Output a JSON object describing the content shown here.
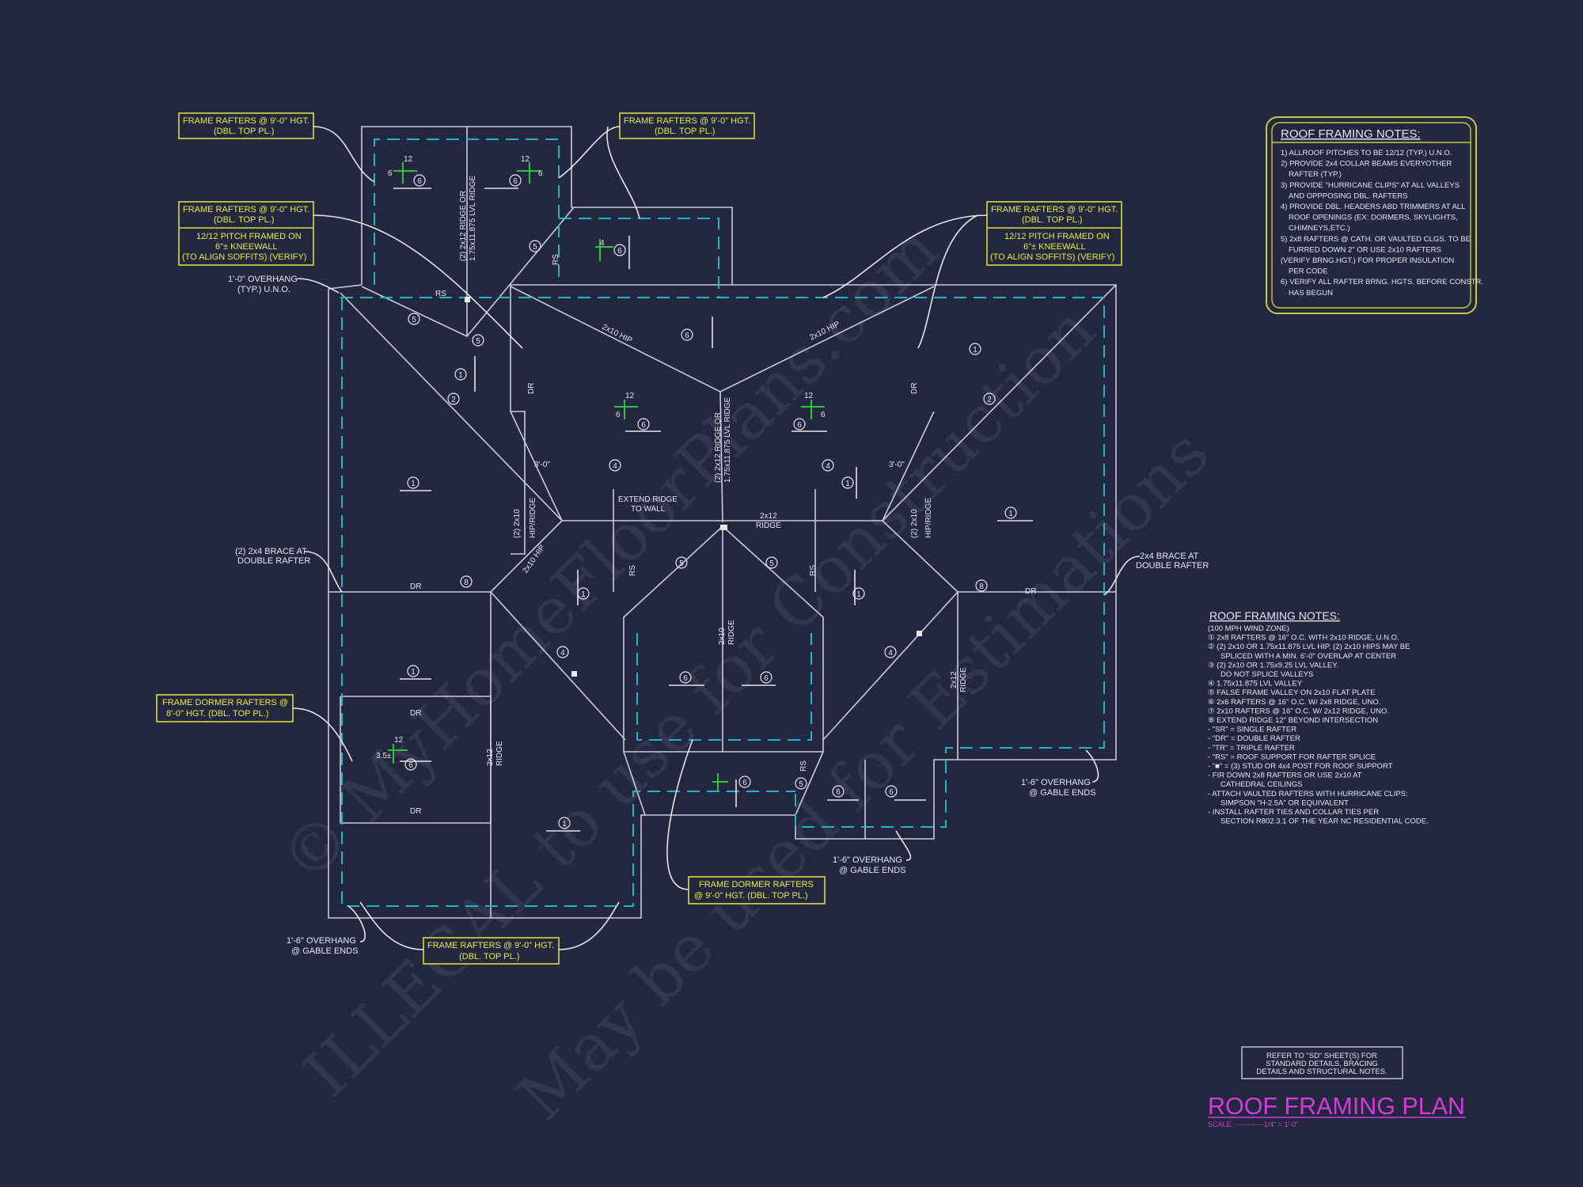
{
  "notes_top": {
    "title": "ROOF FRAMING NOTES:",
    "lines": [
      "1) ALLROOF PITCHES TO BE  12/12 (TYP.) U.N.O.",
      "2) PROVIDE 2x4 COLLAR BEAMS EVERYOTHER",
      "RAFTER (TYP.)",
      "3) PROVIDE \"HURRICANE CLIPS\" AT ALL VALLEYS",
      "AND OPPPOSING DBL. RAFTERS",
      "4) PROVIDE DBL. HEADERS ABD TRIMMERS AT ALL",
      "ROOF OPENINGS (EX: DORMERS, SKYLIGHTS,",
      "CHIMNEYS,ETC.)",
      "5) 2x8 RAFTERS @ CATH. OR VAULTED CLGS. TO BE",
      "FURRED DOWN 2\" OR USE 2x10 RAFTERS",
      "(VERIFY BRNG.HGT.) FOR PROPER INSULATION",
      "PER CODE",
      "6) VERIFY ALL RAFTER BRNG. HGTS. BEFORE CONSTR.",
      "HAS BEGUN"
    ]
  },
  "notes_bottom": {
    "title": "ROOF FRAMING NOTES:",
    "lines": [
      "(100 MPH WIND ZONE)",
      "① 2x8 RAFTERS @ 16\" O.C. WITH 2x10 RIDGE, U.N.O.",
      "② (2) 2x10 OR 1.75x11.875 LVL HIP. (2) 2x10 HIPS MAY BE",
      "SPLICED WITH A MIN. 6'-0\" OVERLAP AT CENTER",
      "③ (2) 2x10 OR 1.75x9.25 LVL VALLEY.",
      "DO NOT SPLICE VALLEYS",
      "④ 1.75x11.875 LVL VALLEY",
      "⑤ FALSE FRAME VALLEY ON 2x10 FLAT PLATE",
      "⑥ 2x6 RAFTERS @ 16\" O.C. W/ 2x8 RIDGE, UNO.",
      "⑦ 2x10 RAFTERS @ 16\" O.C. W/ 2x12 RIDGE, UNO.",
      "⑧ EXTEND RIDGE 12\" BEYOND INTERSECTION",
      "-  \"SR\" = SINGLE RAFTER",
      "-  \"DR\" = DOUBLE RAFTER",
      "-  \"TR\" = TRIPLE RAFTER",
      "-  \"RS\" = ROOF SUPPORT FOR RAFTER SPLICE",
      "-  \"■\"  = (3) STUD OR 4x4 POST FOR ROOF SUPPORT",
      "-  FIR DOWN 2x8 RAFTERS OR USE 2x10 AT",
      "CATHEDRAL CEILINGS",
      "-  ATTACH VAULTED RAFTERS WITH HURRICANE CLIPS:",
      "SIMPSON \"H-2.5A\" OR EQUIVALENT",
      "-  INSTALL RAFTER TIES AND COLLAR TIES PER",
      "SECTION R802.3.1 OF THE YEAR NC RESIDENTIAL CODE."
    ]
  },
  "refer_note": [
    "REFER TO \"SD\"  SHEET(S) FOR",
    "STANDARD DETAILS, BRACING",
    "DETAILS AND STRUCTURAL NOTES."
  ],
  "title_block": {
    "title": "ROOF FRAMING PLAN",
    "scale": "SCALE: ------------1/4\" = 1'-0\""
  },
  "callouts": {
    "frame_rafters_line1": "FRAME RAFTERS @ 9'-0\" HGT.",
    "dbl_top_pl": "(DBL. TOP PL.)",
    "kneewall_1": "12/12 PITCH FRAMED ON",
    "kneewall_2": "6\"± KNEEWALL",
    "kneewall_3": "(TO ALIGN SOFFITS) (VERIFY)",
    "dormer8_1": "FRAME DORMER RAFTERS @",
    "dormer8_2": "8'-0\" HGT. (DBL. TOP PL.)",
    "dormer9_1": "FRAME DORMER RAFTERS",
    "dormer9_2": "@ 9'-0\" HGT. (DBL. TOP PL.)"
  },
  "labels": {
    "overhang_typ_1": "1'-0\" OVERHANG",
    "overhang_typ_2": "(TYP.) U.N.O.",
    "brace_left_1": "(2) 2x4 BRACE AT",
    "brace_left_2": "DOUBLE RAFTER",
    "brace_right_1": "2x4 BRACE AT",
    "brace_right_2": "DOUBLE RAFTER",
    "gable_1": "1'-6\" OVERHANG",
    "gable_2": "@ GABLE ENDS",
    "extend_1": "EXTEND RIDGE",
    "extend_2": "TO WALL",
    "ridge_2x12": "2x12",
    "ridge": "RIDGE",
    "lvl_ridge_1": "(2) 2x12 RIDGE OR",
    "lvl_ridge_2": "1.75x11.875 LVL RIDGE",
    "hip_2x10": "2x10 HIP",
    "dr": "DR",
    "rs": "RS",
    "dim_3ft": "3'-0\"",
    "hip_ridge_1": "(2) 2x10",
    "hip_ridge_2": "HIP/RIDGE",
    "ridge_2x10": "2x10",
    "ridge_2x12b": "2x12",
    "pitch_12": "12",
    "pitch_6": "6",
    "pitch_4": "4",
    "pitch_35": "3.5±",
    "dim_6in": "6\""
  },
  "markers": [
    "1",
    "2",
    "3",
    "4",
    "5",
    "6",
    "7",
    "8"
  ],
  "watermark": [
    "© MyHomeFloorPlans.com",
    "ILLEGAL to use for Construction",
    "May be used for Estimations"
  ],
  "colors": {
    "background": "#232840",
    "walls": "#c9ccd6",
    "overhang": "#22b3c4",
    "callout": "#e6ea3a",
    "title": "#d63ad8",
    "pitch": "#2fc23a"
  }
}
